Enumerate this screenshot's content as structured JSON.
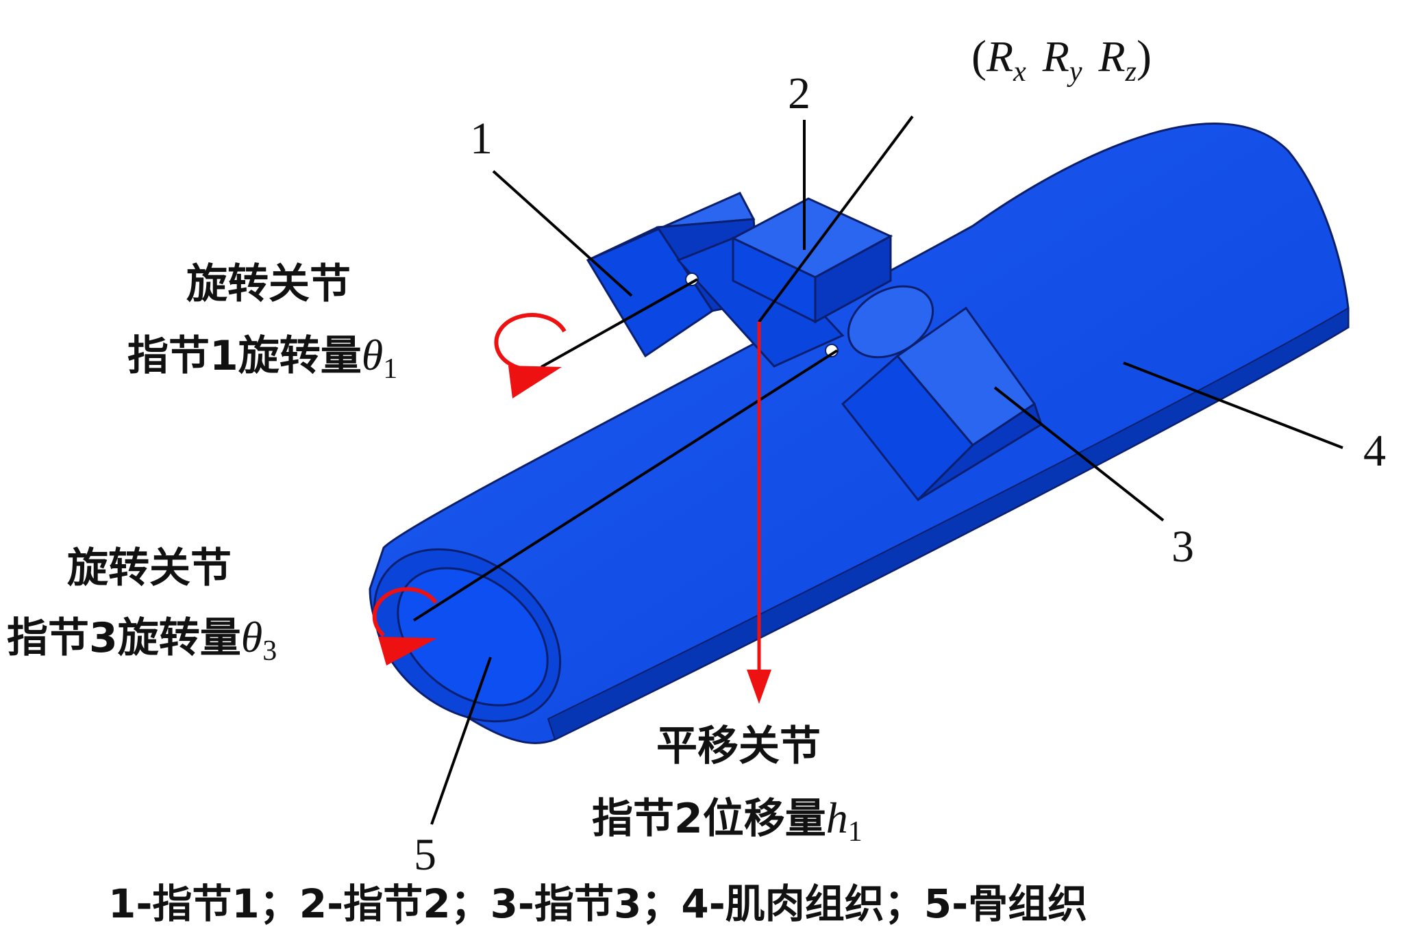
{
  "colors": {
    "tissue": "#0a4be8",
    "tissue_dark": "#0736b8",
    "tissue_light": "#2a6cf5",
    "outline": "#0b1f6e",
    "arrow": "#ee1111",
    "leader": "#000000"
  },
  "parts": {
    "finger1": "1",
    "finger2": "2",
    "finger3": "3",
    "muscle": "4",
    "bone": "5"
  },
  "rot_triple": {
    "open": "(",
    "r": "R",
    "x": "x",
    "y": "y",
    "z": "z",
    "close": ")"
  },
  "joint1": {
    "title": "旋转关节",
    "desc_prefix": "指节1旋转量",
    "symbol": "θ",
    "sub": "1"
  },
  "joint3": {
    "title": "旋转关节",
    "desc_prefix": "指节3旋转量",
    "symbol": "θ",
    "sub": "3"
  },
  "joint2": {
    "title": "平移关节",
    "desc_prefix": "指节2位移量",
    "symbol": "h",
    "sub": "1"
  },
  "caption": "1-指节1；2-指节2；3-指节3；4-肌肉组织；5-骨组织"
}
